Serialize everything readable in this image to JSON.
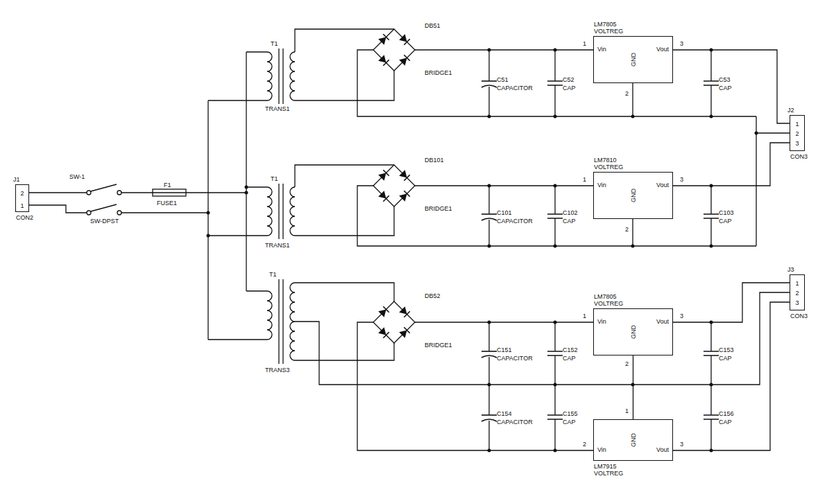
{
  "diagram": {
    "nodes": [
      {
        "text": [
          "J1",
          "2",
          "1",
          "CON2"
        ]
      },
      {
        "text": [
          "LM7805 VOLTREG",
          "Vin",
          "GND",
          "Vout"
        ]
      },
      {
        "text": [
          "J2",
          "1",
          "2",
          "3",
          "CON3"
        ]
      },
      {
        "text": [
          "LM7810 VOLTREG",
          "Vin",
          "GND",
          "Vout"
        ]
      },
      {
        "text": [
          "LM7805 VOLTREG",
          "Vin",
          "GND",
          "Vout"
        ]
      },
      {
        "text": [
          "J3",
          "1",
          "2",
          "3",
          "CON3"
        ]
      },
      {
        "text": [
          "LM7915 VOLTREG",
          "Vin",
          "GND",
          "Vout"
        ]
      }
    ],
    "edges": [
      {
        "from": 1,
        "to": 2,
        "arrow": "none"
      },
      {
        "from": 3,
        "to": 2,
        "arrow": "none"
      },
      {
        "from": 4,
        "to": 5,
        "arrow": "none"
      },
      {
        "from": 4,
        "to": 6,
        "arrow": "none"
      },
      {
        "from": 6,
        "to": 5,
        "arrow": "none"
      }
    ],
    "labels": [
      "SW-1",
      "SW-DPST",
      "F1",
      "FUSE1",
      "T1",
      "TRANS1",
      "T1",
      "TRANS1",
      "T1",
      "TRANS3",
      "DB51",
      "BRIDGE1",
      "DB101",
      "BRIDGE1",
      "DB52",
      "BRIDGE1",
      "C51",
      "CAPACITOR",
      "C52",
      "CAP",
      "C53",
      "CAP",
      "C101",
      "CAPACITOR",
      "C102",
      "CAP",
      "C103",
      "CAP",
      "C151",
      "CAPACITOR",
      "C152",
      "CAP",
      "C153",
      "CAP",
      "C154",
      "CAPACITOR",
      "C155",
      "CAP",
      "C156",
      "CAP",
      "1",
      "3",
      "2",
      "1",
      "3",
      "2",
      "1",
      "3",
      "2",
      "1",
      "2",
      "3"
    ]
  }
}
